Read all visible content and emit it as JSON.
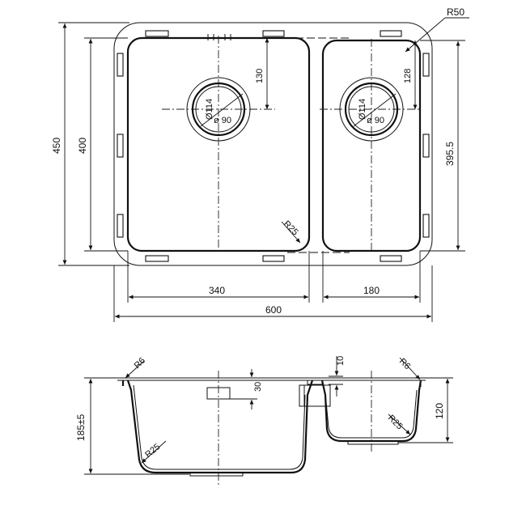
{
  "drawing": {
    "plan": {
      "overall_width": "600",
      "overall_height": "450",
      "left_bowl_width": "340",
      "right_bowl_width": "180",
      "left_bowl_height": "400",
      "right_bowl_height": "395.5",
      "outer_radius": "R50",
      "inner_radius": "R25",
      "left_drain_offset": "130",
      "right_drain_offset": "128",
      "drain_outer_diameter": "Ø114",
      "drain_inner_diameter": "ø 90"
    },
    "section": {
      "depth": "185±5",
      "right_depth": "120",
      "rim_radius_left": "R6",
      "rim_radius_right": "R6",
      "bottom_radius_left": "R25",
      "bottom_radius_right": "R25",
      "overflow_height": "30",
      "step_height": "10"
    }
  }
}
